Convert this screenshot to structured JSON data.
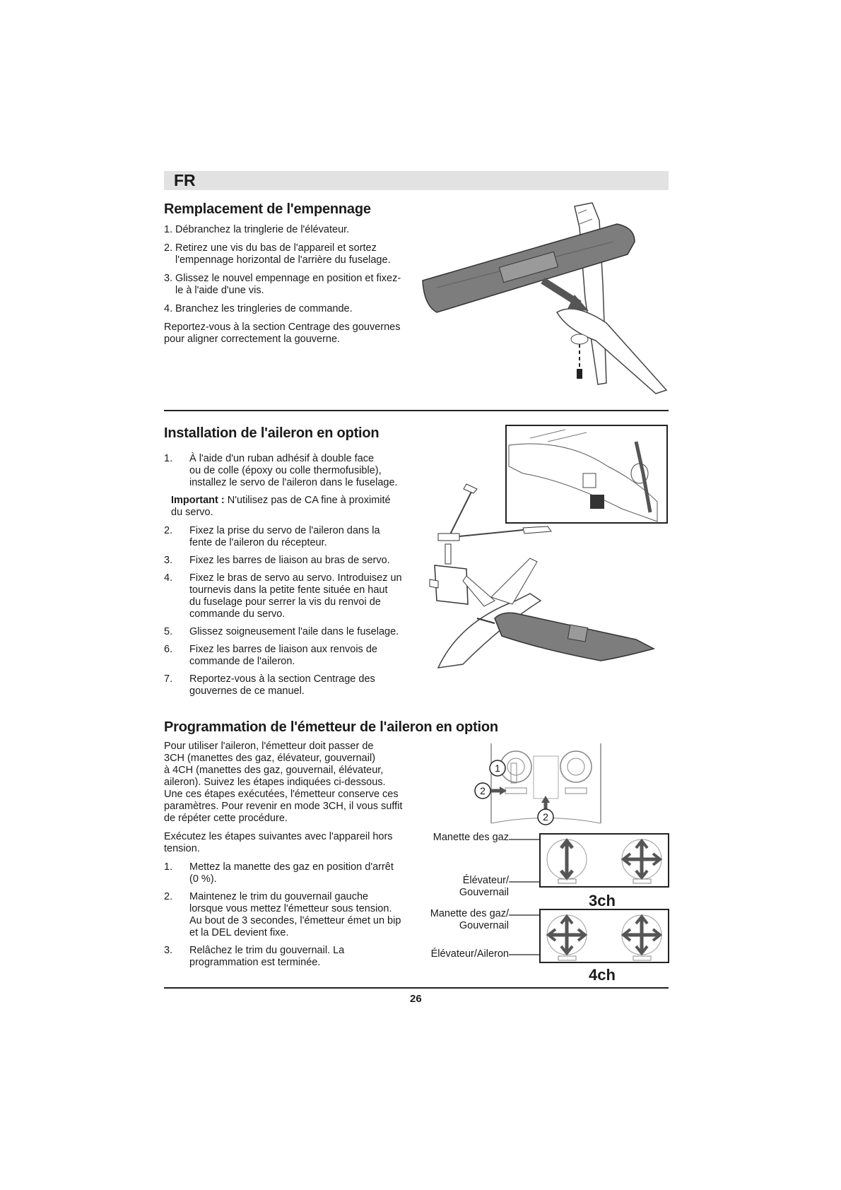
{
  "lang": "FR",
  "s1": {
    "title": "Remplacement de l'empennage",
    "steps": [
      {
        "n": "1.",
        "l1": "Débranchez la tringlerie de l'élévateur.",
        "l2": ""
      },
      {
        "n": "2.",
        "l1": "Retirez une vis du bas de l'appareil et sortez",
        "l2": "l'empennage horizontal de l'arrière du fuselage."
      },
      {
        "n": "3.",
        "l1": "Glissez le nouvel empennage en position et fixez-",
        "l2": "le à l'aide d'une vis."
      },
      {
        "n": "4.",
        "l1": "Branchez les tringleries de commande.",
        "l2": ""
      }
    ],
    "note_l1": "Reportez-vous à la section Centrage des gouvernes",
    "note_l2": "pour aligner correctement la gouverne."
  },
  "s2": {
    "title": "Installation de l'aileron en option",
    "step1": {
      "n": "1.",
      "l1": "À l'aide d'un ruban adhésif à double face",
      "l2": "ou de colle (époxy ou colle thermofusible),",
      "l3": "installez le servo de l'aileron dans le fuselage."
    },
    "important_label": "Important :",
    "important_l1": " N'utilisez pas de CA fine à proximité",
    "important_l2": "du servo.",
    "steps": [
      {
        "n": "2.",
        "l1": "Fixez la prise du servo de l'aileron dans la",
        "l2": "fente de l'aileron du récepteur.",
        "l3": "",
        "l4": ""
      },
      {
        "n": "3.",
        "l1": "Fixez les barres de liaison au bras de servo.",
        "l2": "",
        "l3": "",
        "l4": ""
      },
      {
        "n": "4.",
        "l1": "Fixez le bras de servo au servo. Introduisez un",
        "l2": "tournevis dans la petite fente située en haut",
        "l3": "du fuselage pour serrer la vis du renvoi de",
        "l4": "commande du servo."
      },
      {
        "n": "5.",
        "l1": "Glissez soigneusement l'aile dans le fuselage.",
        "l2": "",
        "l3": "",
        "l4": ""
      },
      {
        "n": "6.",
        "l1": "Fixez les barres de liaison aux renvois de",
        "l2": "commande de l'aileron.",
        "l3": "",
        "l4": ""
      },
      {
        "n": "7.",
        "l1": "Reportez-vous à la section Centrage des",
        "l2": "gouvernes de ce manuel.",
        "l3": "",
        "l4": ""
      }
    ]
  },
  "s3": {
    "title": "Programmation de l'émetteur de l'aileron en option",
    "intro": [
      "Pour utiliser l'aileron, l'émetteur doit passer de",
      "3CH (manettes des gaz, élévateur, gouvernail)",
      "à 4CH (manettes des gaz, gouvernail, élévateur,",
      "aileron). Suivez les étapes indiquées ci-dessous.",
      "Une ces étapes exécutées, l'émetteur conserve ces",
      "paramètres. Pour revenir en mode 3CH, il vous suffit",
      "de répéter cette procédure."
    ],
    "pre_l1": "Exécutez les étapes suivantes avec l'appareil hors",
    "pre_l2": "tension.",
    "steps": [
      {
        "n": "1.",
        "l1": "Mettez la manette des gaz en position d'arrêt",
        "l2": "(0 %).",
        "l3": "",
        "l4": ""
      },
      {
        "n": "2.",
        "l1": "Maintenez le trim du gouvernail gauche",
        "l2": "lorsque vous mettez l'émetteur sous tension.",
        "l3": "Au bout de 3 secondes, l'émetteur émet un bip",
        "l4": "et la DEL devient fixe."
      },
      {
        "n": "3.",
        "l1": "Relâchez le trim du gouvernail. La",
        "l2": "programmation est terminée.",
        "l3": "",
        "l4": ""
      }
    ],
    "callouts": {
      "throttle": "Manette des gaz",
      "elev_l1": "Élévateur/",
      "elev_l2": "Gouvernail",
      "thr_rud_l1": "Manette des gaz/",
      "thr_rud_l2": "Gouvernail",
      "elev_ail": "Élévateur/Aileron"
    },
    "mode3": "3ch",
    "mode4": "4ch",
    "circle1": "1",
    "circle2": "2"
  },
  "page_number": "26"
}
